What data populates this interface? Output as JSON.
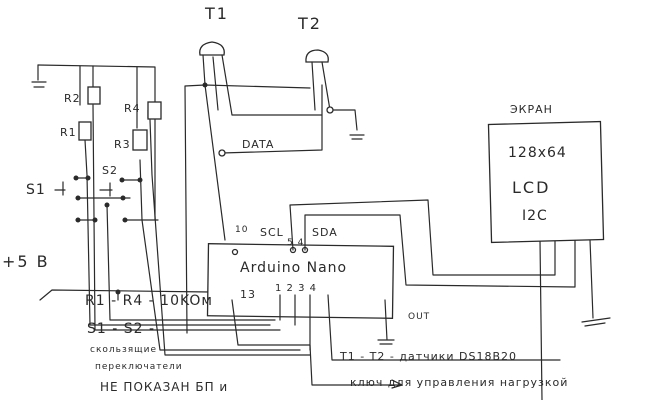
{
  "sensors": {
    "t1": "T1",
    "t2": "T2"
  },
  "resistors": {
    "r1": "R1",
    "r2": "R2",
    "r3": "R3",
    "r4": "R4"
  },
  "switches": {
    "s1": "S1",
    "s2": "S2"
  },
  "power": "+5 B",
  "data_label": "DATA",
  "arduino": {
    "title": "Arduino Nano",
    "pin10": "10",
    "scl": "SCL",
    "sda": "SDA",
    "pins_top": "5 4",
    "pin13": "13",
    "pins_bottom": "1 2 3 4"
  },
  "screen": {
    "heading": "ЭКРАН",
    "line1": "128x64",
    "line2": "LCD",
    "line3": "I2C"
  },
  "out_label": "OUT",
  "notes": {
    "resistors": "R1 - R4 - 10KOм",
    "switches": "S1 - S2 -",
    "switches_desc1": "скользящие",
    "switches_desc2": "переключатели",
    "not_shown": "НЕ ПОКАЗАН БП и",
    "sensors": "T1 - T2 - датчики DS18B20",
    "key": "ключ для управления нагрузкой"
  }
}
